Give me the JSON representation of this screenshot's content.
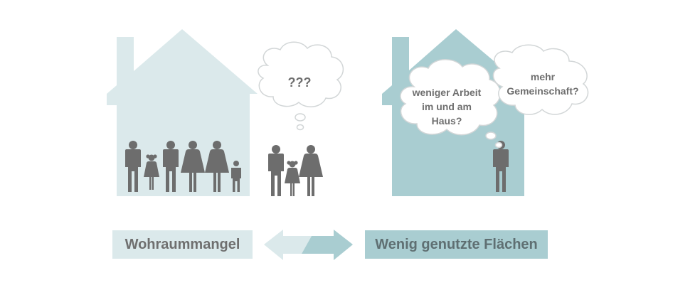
{
  "diagram": {
    "left_house": {
      "label": "Wohraummangel",
      "thought_text": "???"
    },
    "right_house": {
      "label": "Wenig genutzte Flächen",
      "thought_bubble_1": [
        "weniger Arbeit",
        "im und am",
        "Haus?"
      ],
      "thought_bubble_2": [
        "mehr",
        "Gemeinschaft?"
      ]
    },
    "colors": {
      "light_teal": "#dbe9eb",
      "teal": "#a9cdd1",
      "figure_gray": "#6d6d6d",
      "text_gray": "#6f6f6f"
    },
    "icons": [
      "house-icon",
      "person-icon",
      "thought-cloud-icon",
      "double-arrow-icon"
    ]
  }
}
